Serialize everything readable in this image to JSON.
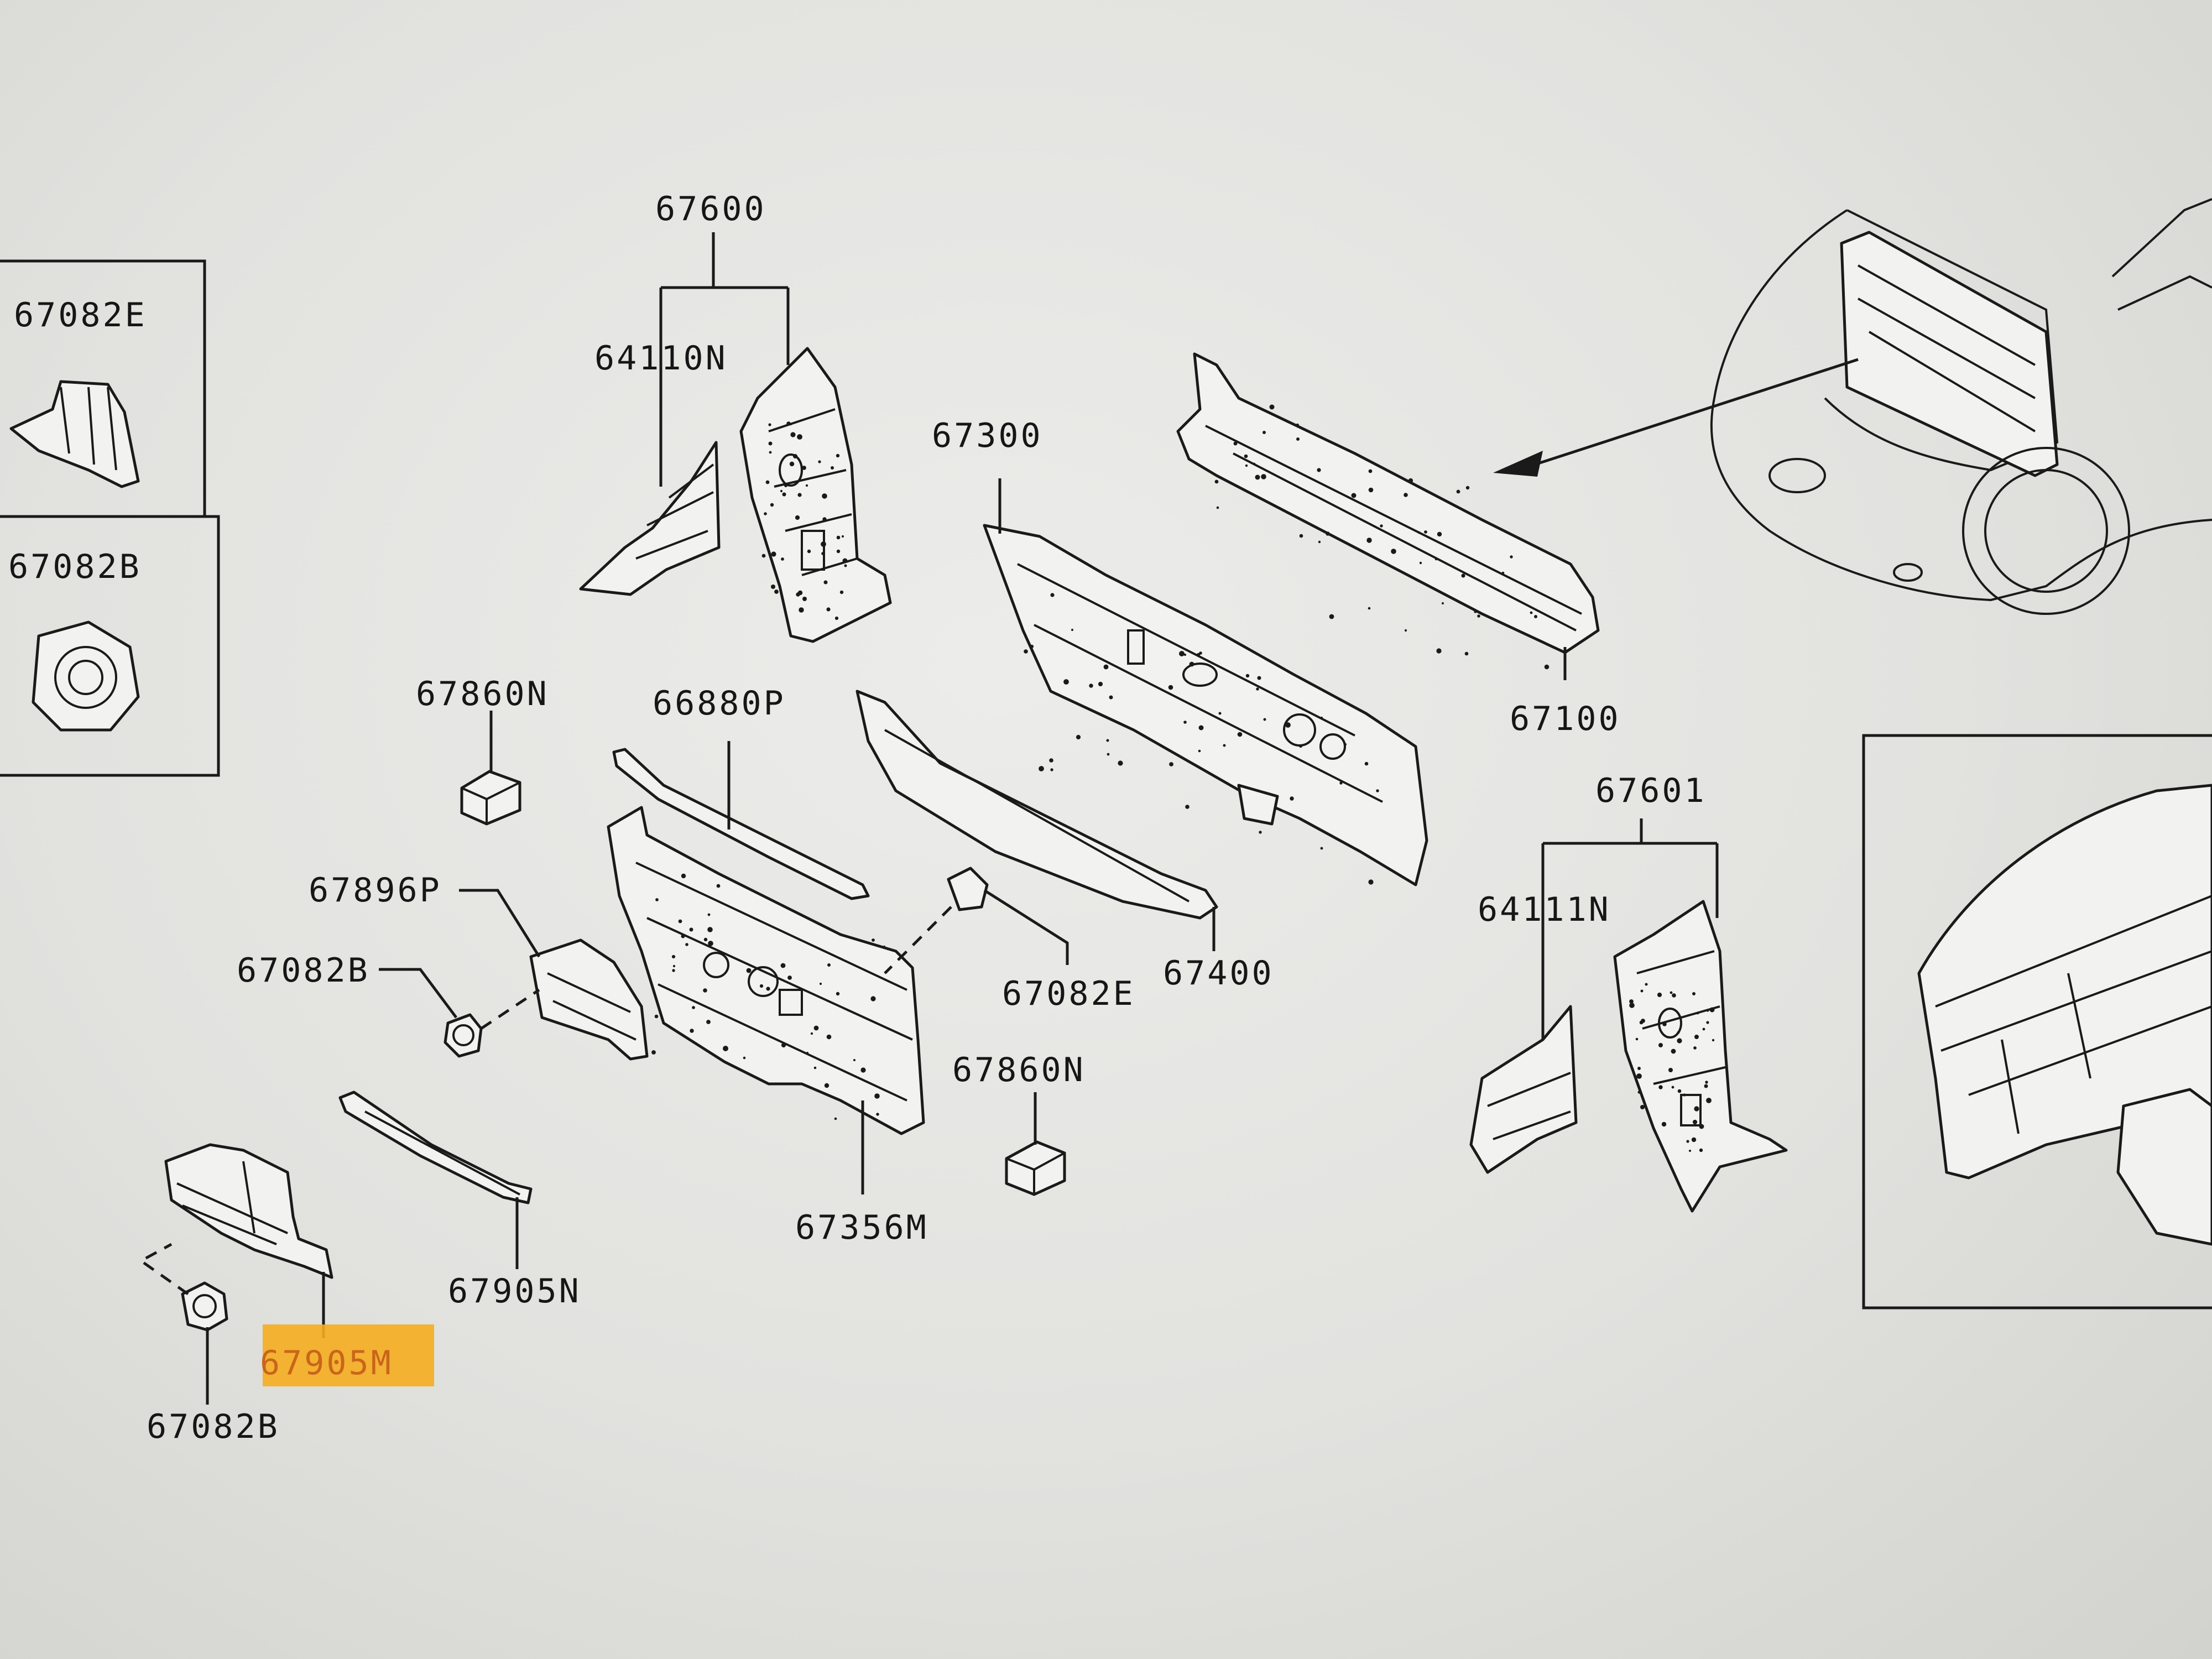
{
  "labels": {
    "l67600": "67600",
    "l64110N": "64110N",
    "l67300": "67300",
    "l67100": "67100",
    "l67082E_inset": "67082E",
    "l67082B_inset": "67082B",
    "l67860N_top": "67860N",
    "l66880P": "66880P",
    "l67896P": "67896P",
    "l67082B_mid": "67082B",
    "l67082E_mid": "67082E",
    "l67400": "67400",
    "l67601": "67601",
    "l64111N": "64111N",
    "l67860N_bot": "67860N",
    "l67356M": "67356M",
    "l67905N": "67905N",
    "l67905M": "67905M",
    "l67082B_bot": "67082B"
  },
  "highlight": {
    "label": "67905M",
    "color": "#f5ad1f"
  }
}
